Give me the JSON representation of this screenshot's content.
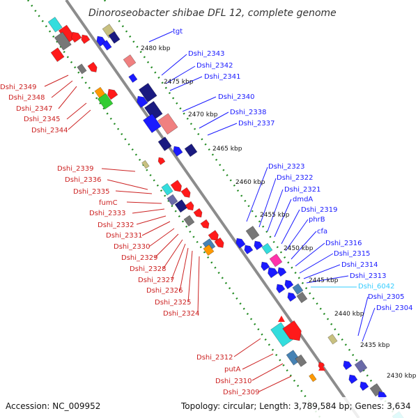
{
  "title": "Dinoroseobacter shibae DFL 12, complete genome",
  "footer": {
    "accession": "Accession: NC_009952",
    "summary": "Topology: circular; Length: 3,789,584 bp; Genes: 3,634"
  },
  "ticks": [
    {
      "label": "2480 kbp"
    },
    {
      "label": "2475 kbp"
    },
    {
      "label": "2470 kbp"
    },
    {
      "label": "2465 kbp"
    },
    {
      "label": "2460 kbp"
    },
    {
      "label": "2455 kbp"
    },
    {
      "label": "2450 kbp"
    },
    {
      "label": "2445 kbp"
    },
    {
      "label": "2440 kbp"
    },
    {
      "label": "2435 kbp"
    },
    {
      "label": "2430 kbp"
    }
  ],
  "labels_right": [
    {
      "text": "tgt"
    },
    {
      "text": "Dshi_2343"
    },
    {
      "text": "Dshi_2342"
    },
    {
      "text": "Dshi_2341"
    },
    {
      "text": "Dshi_2340"
    },
    {
      "text": "Dshi_2338"
    },
    {
      "text": "Dshi_2337"
    },
    {
      "text": "Dshi_2323"
    },
    {
      "text": "Dshi_2322"
    },
    {
      "text": "Dshi_2321"
    },
    {
      "text": "dmdA"
    },
    {
      "text": "Dshi_2319"
    },
    {
      "text": "phrB"
    },
    {
      "text": "cfa"
    },
    {
      "text": "Dshi_2316"
    },
    {
      "text": "Dshi_2315"
    },
    {
      "text": "Dshi_2314"
    },
    {
      "text": "Dshi_2313"
    },
    {
      "text": "Dshi_6042"
    },
    {
      "text": "Dshi_2305"
    },
    {
      "text": "Dshi_2304"
    }
  ],
  "labels_left": [
    {
      "text": "Dshi_2349"
    },
    {
      "text": "Dshi_2348"
    },
    {
      "text": "Dshi_2347"
    },
    {
      "text": "Dshi_2345"
    },
    {
      "text": "Dshi_2344"
    },
    {
      "text": "Dshi_2339"
    },
    {
      "text": "Dshi_2336"
    },
    {
      "text": "Dshi_2335"
    },
    {
      "text": "fumC"
    },
    {
      "text": "Dshi_2333"
    },
    {
      "text": "Dshi_2332"
    },
    {
      "text": "Dshi_2331"
    },
    {
      "text": "Dshi_2330"
    },
    {
      "text": "Dshi_2329"
    },
    {
      "text": "Dshi_2328"
    },
    {
      "text": "Dshi_2327"
    },
    {
      "text": "Dshi_2326"
    },
    {
      "text": "Dshi_2325"
    },
    {
      "text": "Dshi_2324"
    },
    {
      "text": "Dshi_2312"
    },
    {
      "text": "putA"
    },
    {
      "text": "Dshi_2310"
    },
    {
      "text": "Dshi_2309"
    }
  ],
  "colors": {
    "backbone": "#8c8c8c",
    "dots": "#228b22",
    "left_label": "#cc2222",
    "right_label": "#1a1aff",
    "highlight_label": "#33ccff",
    "red": "#ff1a1a",
    "blue": "#1a1aff",
    "navy": "#1a1a80",
    "cyan": "#33dddd",
    "pink": "#f08080",
    "gray": "#777777",
    "olive": "#c8c080",
    "green": "#33cc33",
    "orange": "#ff9900",
    "magenta": "#ff33aa",
    "steel": "#4682b4",
    "slate": "#6a6aa8"
  }
}
